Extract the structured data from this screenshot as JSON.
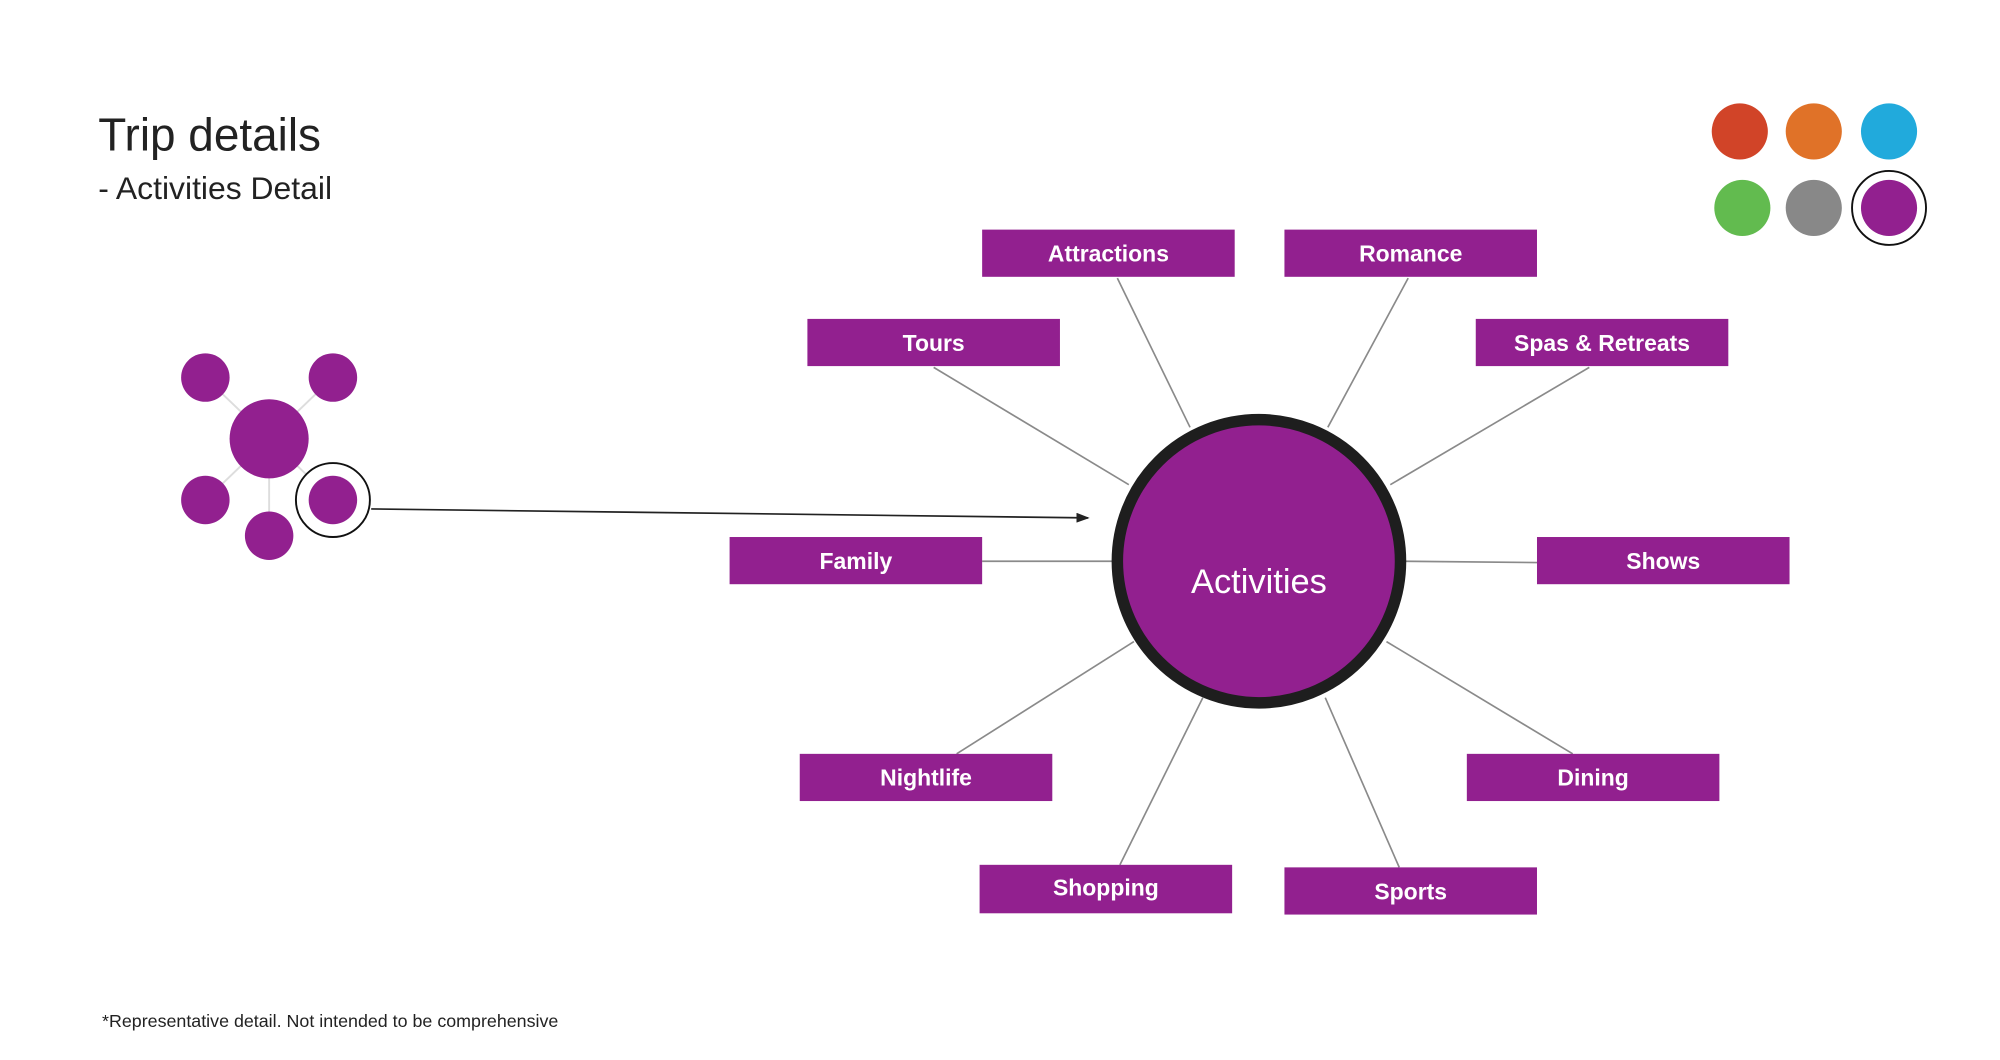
{
  "header": {
    "title": "Trip details",
    "subtitle": "- Activities Detail"
  },
  "palette": {
    "colors": [
      "#d14428",
      "#e07228",
      "#21aadc",
      "#62bb4f",
      "#888888",
      "#92208f"
    ],
    "selected_index": 5
  },
  "center": {
    "label": "Activities",
    "color": "#92208f"
  },
  "categories": [
    {
      "label": "Attractions"
    },
    {
      "label": "Romance"
    },
    {
      "label": "Tours"
    },
    {
      "label": "Spas & Retreats"
    },
    {
      "label": "Family"
    },
    {
      "label": "Shows"
    },
    {
      "label": "Nightlife"
    },
    {
      "label": "Dining"
    },
    {
      "label": "Shopping"
    },
    {
      "label": "Sports"
    }
  ],
  "footnote": "*Representative detail. Not intended to be comprehensive"
}
